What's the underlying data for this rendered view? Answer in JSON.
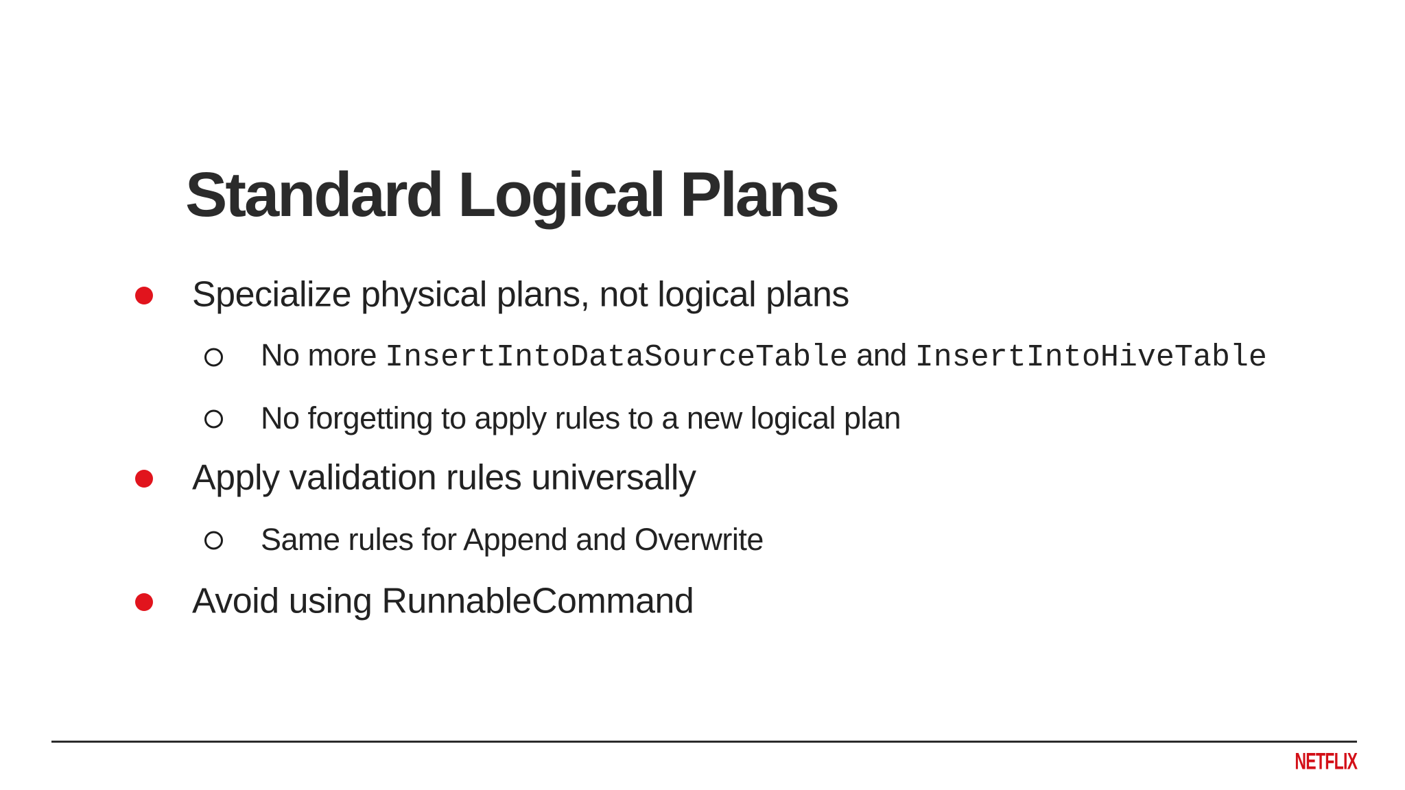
{
  "slide": {
    "title": "Standard Logical Plans",
    "bullets": [
      {
        "level": 1,
        "segments": [
          {
            "text": "Specialize physical plans, not logical plans",
            "mono": false
          }
        ]
      },
      {
        "level": 2,
        "segments": [
          {
            "text": "No more ",
            "mono": false
          },
          {
            "text": "InsertIntoDataSourceTable",
            "mono": true
          },
          {
            "text": " and ",
            "mono": false
          },
          {
            "text": "InsertIntoHiveTable",
            "mono": true
          }
        ]
      },
      {
        "level": 2,
        "segments": [
          {
            "text": "No forgetting to apply rules to a new logical plan",
            "mono": false
          }
        ]
      },
      {
        "level": 1,
        "segments": [
          {
            "text": "Apply validation rules universally",
            "mono": false
          }
        ]
      },
      {
        "level": 2,
        "segments": [
          {
            "text": "Same rules for Append and Overwrite",
            "mono": false
          }
        ]
      },
      {
        "level": 1,
        "segments": [
          {
            "text": "Avoid using RunnableCommand",
            "mono": false
          }
        ]
      }
    ],
    "footer": {
      "brand": "NETFLIX"
    },
    "colors": {
      "background": "#ffffff",
      "title_text": "#2b2b2b",
      "body_text": "#222222",
      "bullet_red": "#e1141d",
      "ring_border": "#1c1c1c",
      "divider": "#2b2b2b",
      "netflix_red": "#d30f17"
    }
  }
}
